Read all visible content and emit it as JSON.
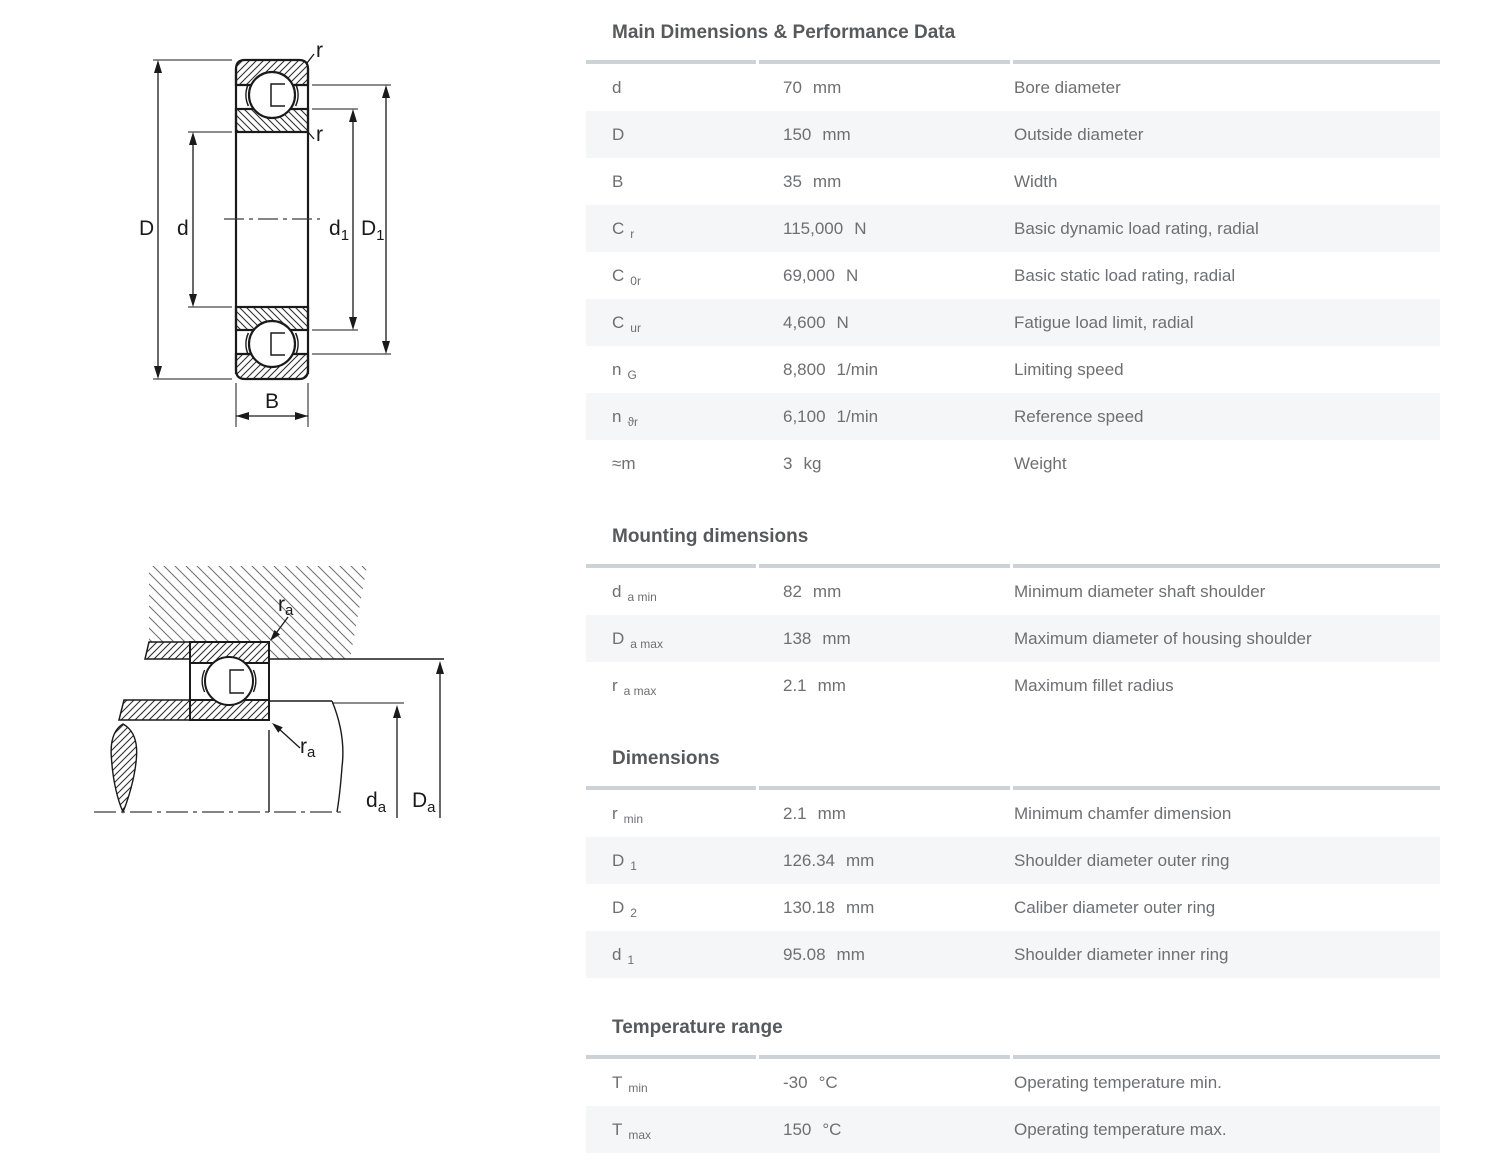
{
  "diagram_top": {
    "label_D": "D",
    "label_d": "d",
    "label_d1_main": "d",
    "label_d1_sub": "1",
    "label_D1_main": "D",
    "label_D1_sub": "1",
    "label_B": "B",
    "label_r_top": "r",
    "label_r_mid": "r"
  },
  "diagram_bottom": {
    "label_ra_top_main": "r",
    "label_ra_top_sub": "a",
    "label_ra_bot_main": "r",
    "label_ra_bot_sub": "a",
    "label_da_main": "d",
    "label_da_sub": "a",
    "label_Da_main": "D",
    "label_Da_sub": "a"
  },
  "colors": {
    "divider": "#ccd2d7",
    "row_alt_bg": "#f4f6f8",
    "heading_text": "#58595b",
    "row_text": "#6e6f71"
  },
  "sections": [
    {
      "title": "Main Dimensions & Performance Data",
      "rows": [
        {
          "sym": "d",
          "sub": "",
          "value": "70",
          "unit": "mm",
          "desc": "Bore diameter"
        },
        {
          "sym": "D",
          "sub": "",
          "value": "150",
          "unit": "mm",
          "desc": "Outside diameter"
        },
        {
          "sym": "B",
          "sub": "",
          "value": "35",
          "unit": "mm",
          "desc": "Width"
        },
        {
          "sym": "C",
          "sub": "r",
          "value": "115,000",
          "unit": "N",
          "desc": "Basic dynamic load rating, radial"
        },
        {
          "sym": "C",
          "sub": "0r",
          "value": "69,000",
          "unit": "N",
          "desc": "Basic static load rating, radial"
        },
        {
          "sym": "C",
          "sub": "ur",
          "value": "4,600",
          "unit": "N",
          "desc": "Fatigue load limit, radial"
        },
        {
          "sym": "n",
          "sub": "G",
          "value": "8,800",
          "unit": "1/min",
          "desc": "Limiting speed"
        },
        {
          "sym": "n",
          "sub": "ϑr",
          "value": "6,100",
          "unit": "1/min",
          "desc": "Reference speed"
        },
        {
          "sym": "≈m",
          "sub": "",
          "value": "3",
          "unit": "kg",
          "desc": "Weight"
        }
      ]
    },
    {
      "title": "Mounting dimensions",
      "rows": [
        {
          "sym": "d",
          "sub": "a min",
          "value": "82",
          "unit": "mm",
          "desc": "Minimum diameter shaft shoulder"
        },
        {
          "sym": "D",
          "sub": "a max",
          "value": "138",
          "unit": "mm",
          "desc": "Maximum diameter of housing shoulder"
        },
        {
          "sym": "r",
          "sub": "a max",
          "value": "2.1",
          "unit": "mm",
          "desc": "Maximum fillet radius"
        }
      ]
    },
    {
      "title": "Dimensions",
      "rows": [
        {
          "sym": "r",
          "sub": "min",
          "value": "2.1",
          "unit": "mm",
          "desc": "Minimum chamfer dimension"
        },
        {
          "sym": "D",
          "sub": "1",
          "value": "126.34",
          "unit": "mm",
          "desc": "Shoulder diameter outer ring"
        },
        {
          "sym": "D",
          "sub": "2",
          "value": "130.18",
          "unit": "mm",
          "desc": "Caliber diameter outer ring"
        },
        {
          "sym": "d",
          "sub": "1",
          "value": "95.08",
          "unit": "mm",
          "desc": "Shoulder diameter inner ring"
        }
      ]
    },
    {
      "title": "Temperature range",
      "rows": [
        {
          "sym": "T",
          "sub": "min",
          "value": "-30",
          "unit": "°C",
          "desc": "Operating temperature min."
        },
        {
          "sym": "T",
          "sub": "max",
          "value": "150",
          "unit": "°C",
          "desc": "Operating temperature max."
        }
      ]
    }
  ]
}
